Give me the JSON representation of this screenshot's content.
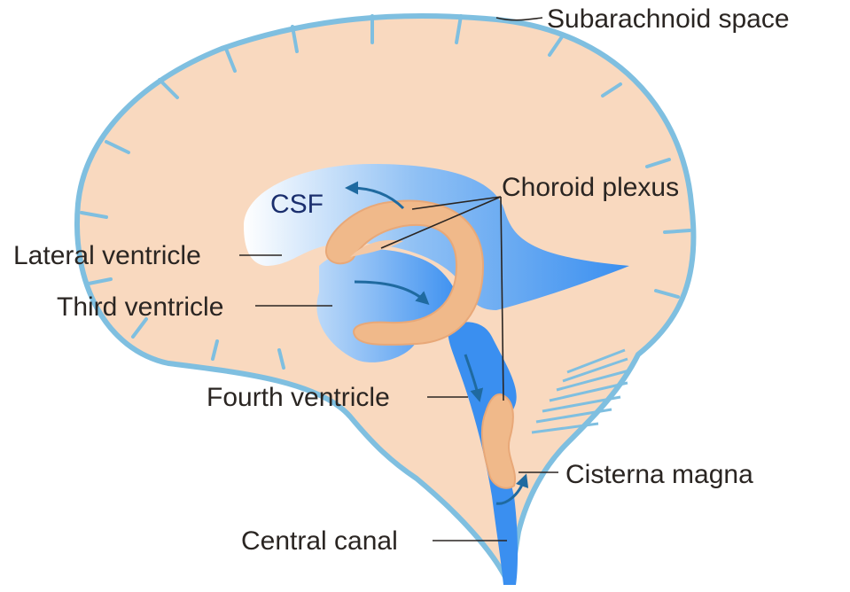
{
  "labels": {
    "subarachnoid": "Subarachnoid space",
    "choroid": "Choroid plexus",
    "csf": "CSF",
    "lateral": "Lateral ventricle",
    "third": "Third ventricle",
    "fourth": "Fourth ventricle",
    "cisterna": "Cisterna magna",
    "central": "Central canal"
  },
  "colors": {
    "brain": "#f9d9bf",
    "outline": "#7fbfe0",
    "csf_blue": "#3a8ff0",
    "plexus": "#f0b98a",
    "arrow": "#1f6aa0",
    "text": "#2a2522",
    "csf_text": "#1b2f6e"
  }
}
